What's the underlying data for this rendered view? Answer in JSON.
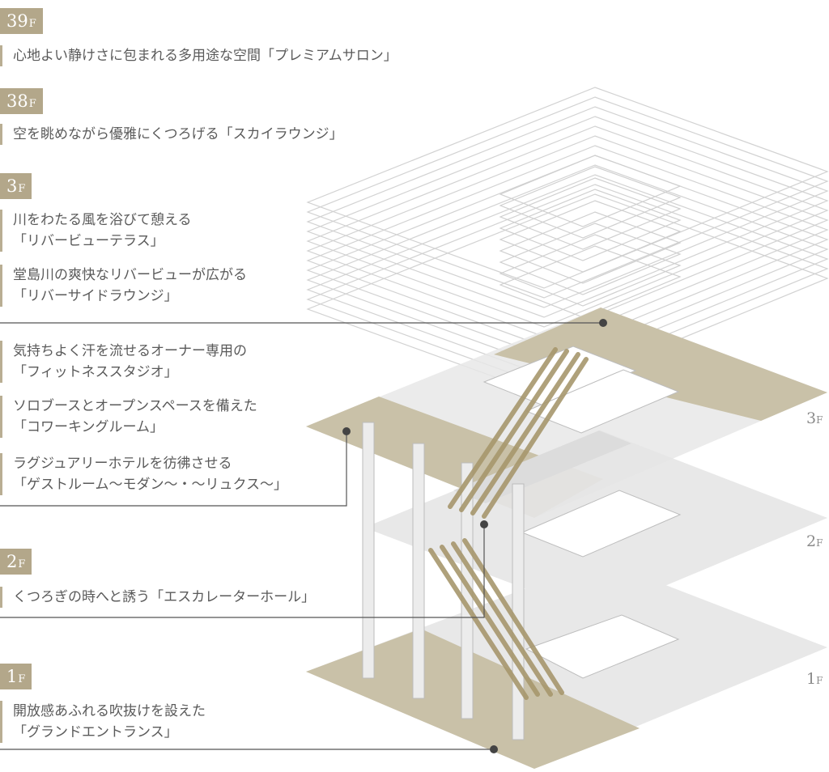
{
  "floors": [
    {
      "num": "39",
      "suffix": "F",
      "features": [
        {
          "lines": [
            "心地よい静けさに包まれる多用途な空間「プレミアムサロン」"
          ]
        }
      ]
    },
    {
      "num": "38",
      "suffix": "F",
      "features": [
        {
          "lines": [
            "空を眺めながら優雅にくつろげる「スカイラウンジ」"
          ]
        }
      ]
    },
    {
      "num": "3",
      "suffix": "F",
      "features": [
        {
          "lines": [
            "川をわたる風を浴びて憩える",
            "「リバービューテラス」"
          ]
        },
        {
          "lines": [
            "堂島川の爽快なリバービューが広がる",
            "「リバーサイドラウンジ」"
          ]
        },
        {
          "lines": [
            "気持ちよく汗を流せるオーナー専用の",
            "「フィットネススタジオ」"
          ]
        },
        {
          "lines": [
            "ソロブースとオープンスペースを備えた",
            "「コワーキングルーム」"
          ]
        },
        {
          "lines": [
            "ラグジュアリーホテルを彷彿させる",
            "「ゲストルーム〜モダン〜・〜リュクス〜」"
          ]
        }
      ]
    },
    {
      "num": "2",
      "suffix": "F",
      "features": [
        {
          "lines": [
            "くつろぎの時へと誘う「エスカレーターホール」"
          ]
        }
      ]
    },
    {
      "num": "1",
      "suffix": "F",
      "features": [
        {
          "lines": [
            "開放感あふれる吹抜けを設えた",
            "「グランドエントランス」"
          ]
        }
      ]
    }
  ],
  "diagram_floor_tags": [
    {
      "num": "3",
      "suffix": "F"
    },
    {
      "num": "2",
      "suffix": "F"
    },
    {
      "num": "1",
      "suffix": "F"
    }
  ],
  "colors": {
    "badge": "#b3a78a",
    "accent_floor": "#c9c1a8",
    "pale_floor": "#e9e9e9",
    "escalator": "#a7976d",
    "stack_line": "#cfcfcf",
    "leader": "#555555"
  }
}
